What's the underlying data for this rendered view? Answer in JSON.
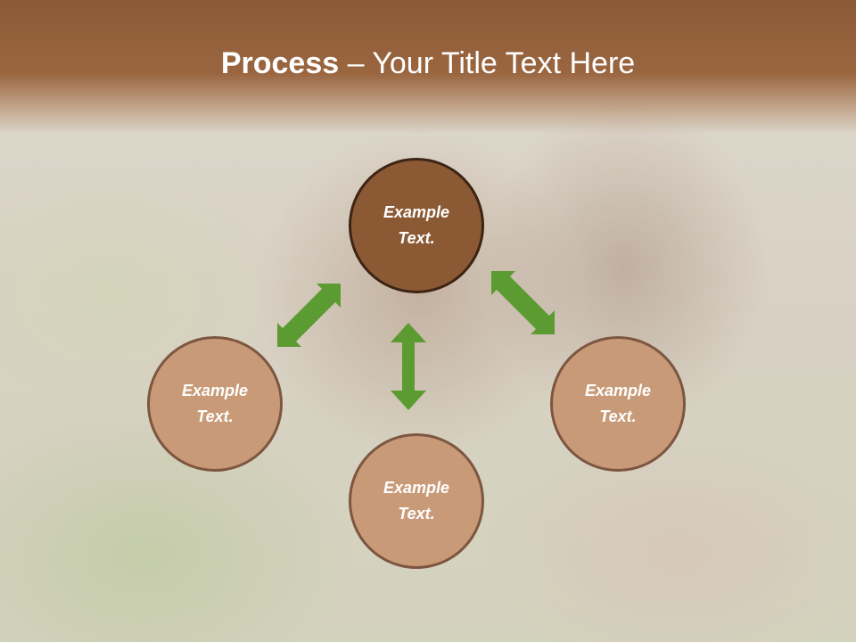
{
  "header": {
    "title_bold": "Process",
    "title_rest": " – Your Title Text Here"
  },
  "diagram": {
    "nodes": [
      {
        "id": "top",
        "text": "Example Text."
      },
      {
        "id": "left",
        "text": "Example Text."
      },
      {
        "id": "bottom",
        "text": "Example Text."
      },
      {
        "id": "right",
        "text": "Example Text."
      }
    ]
  },
  "colors": {
    "header_bar": "#8b5a37",
    "top_circle": "#8b5a35",
    "other_circles": "#c89a78",
    "arrows": "#5c9b31"
  }
}
